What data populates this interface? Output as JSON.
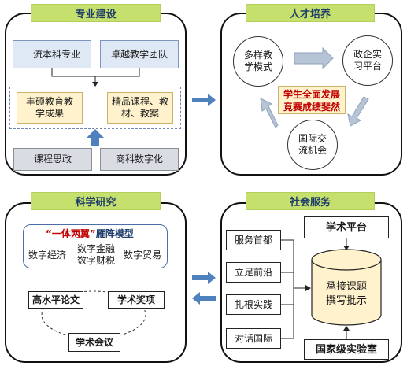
{
  "professional_construction": {
    "title": "专业建设",
    "first_class_major": "一流本科专业",
    "teaching_team": "卓越教学团队",
    "teaching_results": "丰硕教育教\n学成果",
    "quality_courses": "精品课程、教\n材、教案",
    "curriculum_politics": "课程思政",
    "business_digital": "商科数字化"
  },
  "talent_cultivation": {
    "title": "人才培养",
    "diverse_teaching": "多样教\n学模式",
    "gov_enterprise": "政企实\n习平台",
    "international": "国际交\n流机会",
    "center_note": "学生全面发展\n竞赛成绩斐然"
  },
  "scientific_research": {
    "title": "科学研究",
    "model_quote": "“一体两翼”",
    "model_name": "雁阵模型",
    "digital_economy": "数字经济",
    "digital_finance": "数字金融",
    "digital_tax": "数字财税",
    "digital_trade": "数字贸易",
    "high_level_papers": "高水平论文",
    "academic_awards": "学术奖项",
    "academic_conference": "学术会议"
  },
  "social_service": {
    "title": "社会服务",
    "services": [
      "服务首都",
      "立足前沿",
      "扎根实践",
      "对话国际"
    ],
    "academic_platform": "学术平台",
    "undertake": "承接课题\n撰写批示",
    "national_lab": "国家级实验室"
  },
  "colors": {
    "title_bg": "#c6e06d",
    "title_text": "#1f3d6b",
    "arrow_blue": "#4f81bd",
    "arrow_gray": "#b7c4d6",
    "note_red": "#c00000"
  }
}
